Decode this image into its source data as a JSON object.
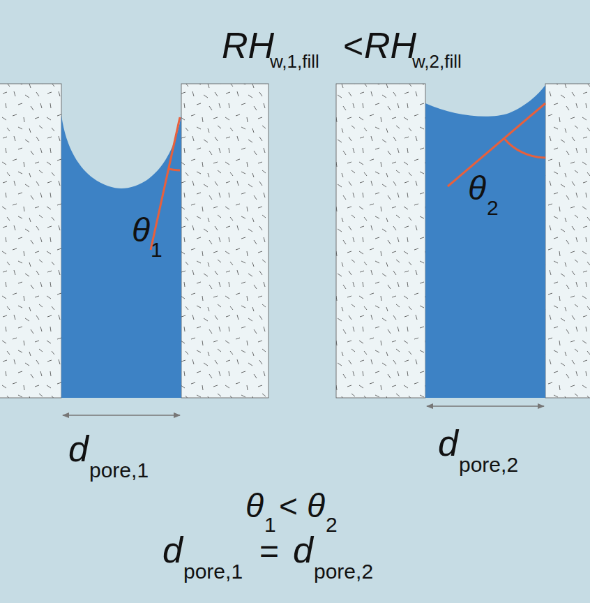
{
  "diagram": {
    "labels": [
      "RH",
      "w,1,fill",
      "<",
      "RH",
      "w,2,fill",
      "θ",
      "1",
      "θ",
      "2",
      "d",
      "pore,1",
      "d",
      "pore,2",
      "θ",
      "1",
      "<",
      "θ",
      "2",
      "d",
      "pore,1",
      "=",
      "d",
      "pore,2"
    ]
  }
}
